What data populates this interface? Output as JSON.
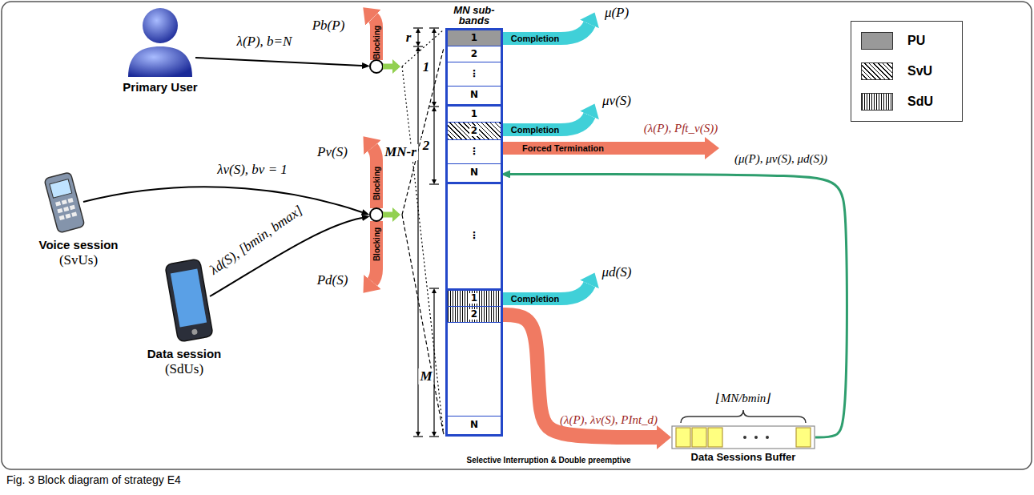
{
  "diagram": {
    "caption": "Fig. 3 Block diagram of strategy E4",
    "nodes": [
      {
        "text": [
          "Primary User"
        ]
      },
      {
        "text": [
          "Voice session",
          "(SvUs)"
        ]
      },
      {
        "text": [
          "Data session",
          "(SdUs)"
        ]
      },
      {
        "text": [
          "MN sub-bands"
        ]
      },
      {
        "text": [
          "1"
        ],
        "in": 3
      },
      {
        "text": [
          "2"
        ],
        "in": 3
      },
      {
        "text": [
          "⋮"
        ],
        "in": 3
      },
      {
        "text": [
          "N"
        ],
        "in": 3
      },
      {
        "text": [
          "1"
        ],
        "in": 3
      },
      {
        "text": [
          "2"
        ],
        "in": 3
      },
      {
        "text": [
          "⋮"
        ],
        "in": 3
      },
      {
        "text": [
          "N"
        ],
        "in": 3
      },
      {
        "text": [
          "⋮"
        ],
        "in": 3
      },
      {
        "text": [
          "1"
        ],
        "in": 3
      },
      {
        "text": [
          "2"
        ],
        "in": 3
      },
      {
        "text": [
          "N"
        ],
        "in": 3
      },
      {
        "text": [
          "⌊MN/bmin⌋",
          "Data Sessions Buffer"
        ]
      }
    ],
    "edges": [
      {
        "from": 14,
        "to": 16,
        "arrow": "to",
        "label": "(λ(P), λv(S), PInt_d)"
      },
      {
        "from": 16,
        "to": 11,
        "arrow": "to",
        "label": "(μ(P), μv(S), μd(S))"
      }
    ],
    "labels": [
      "λ(P), b=N",
      "Pb(P)",
      "Blocking",
      "Pv(S)",
      "Blocking",
      "λv(S), bv = 1",
      "λd(S), [bmin, bmax]",
      "Blocking",
      "Pd(S)",
      "r",
      "MN-r",
      "1",
      "2",
      "M",
      "μ(P)",
      "Completion",
      "μv(S)",
      "Completion",
      "Forced Termination",
      "(λ(P), Pft_v(S))",
      "μd(S)",
      "Completion",
      "Selective Interruption & Double preemptive"
    ],
    "legend": [
      {
        "text": "PU",
        "color": "#999999"
      },
      {
        "text": "SvU"
      },
      {
        "text": "SdU"
      }
    ]
  }
}
